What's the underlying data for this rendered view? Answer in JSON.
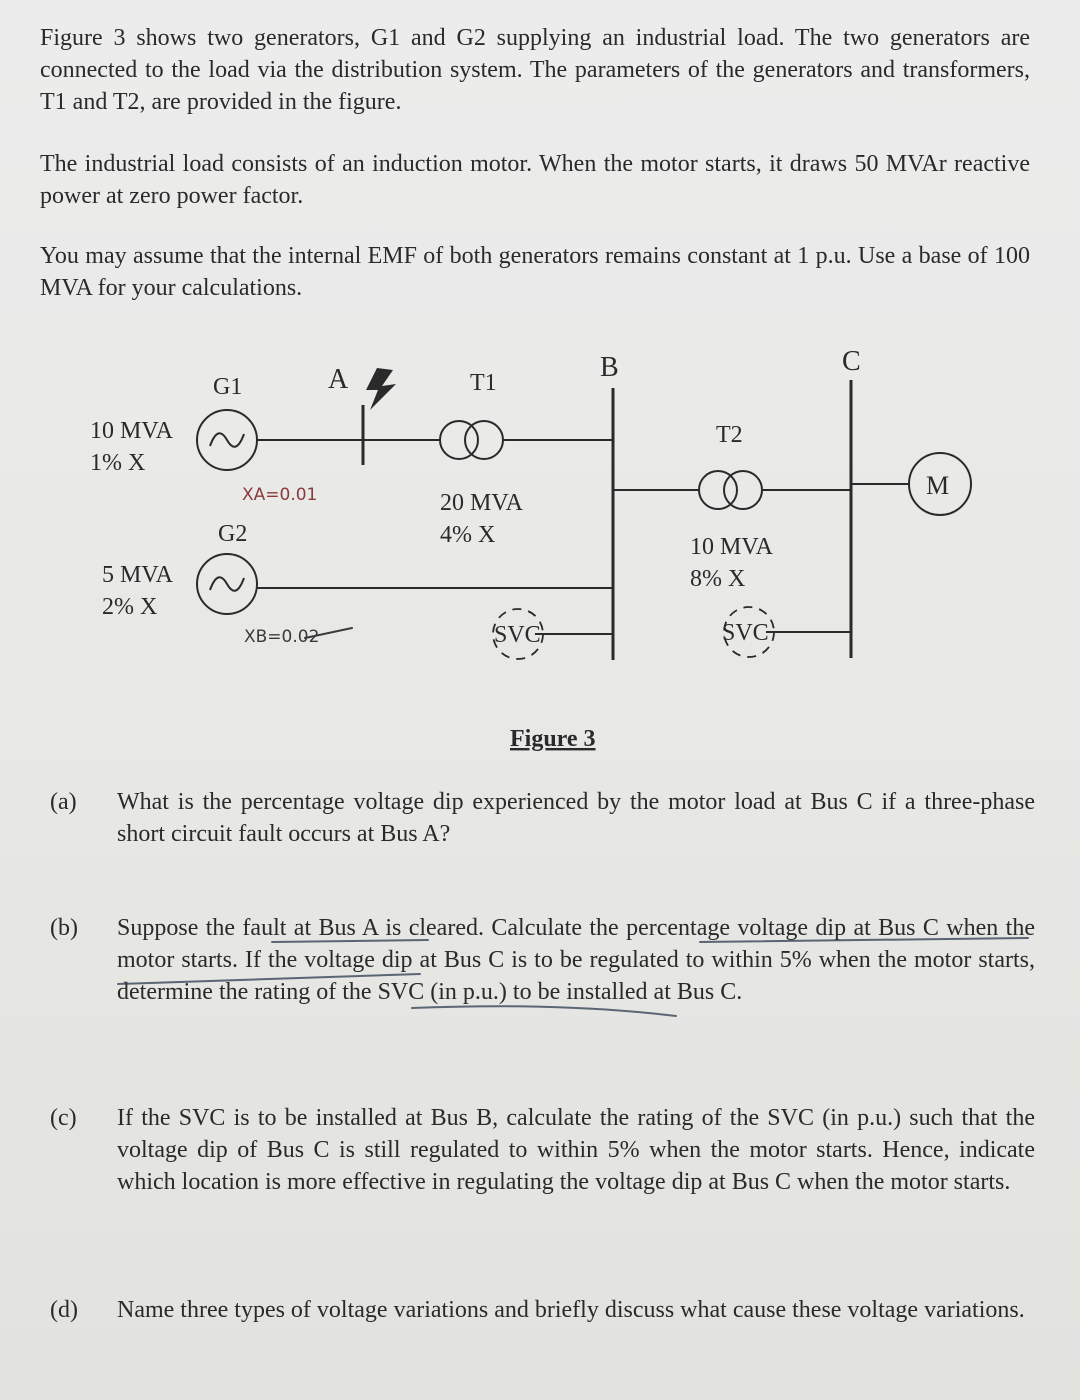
{
  "intro": {
    "p1": "Figure 3 shows two generators, G1 and G2 supplying an industrial load. The two generators are connected to the load via the distribution system. The parameters of the generators and transformers, T1 and T2, are provided in the figure.",
    "p2": "The industrial load consists of an induction motor. When the motor starts, it draws 50 MVAr reactive power at zero power factor.",
    "p3": "You may assume that the internal EMF of both generators remains constant at 1 p.u. Use a base of 100 MVA for your calculations."
  },
  "figure": {
    "caption": "Figure 3",
    "g1_label": "G1",
    "g1_rating": "10 MVA",
    "g1_reactance": "1% X",
    "g1_handwritten": "XA=0.01",
    "g2_label": "G2",
    "g2_rating": "5 MVA",
    "g2_reactance": "2% X",
    "g2_handwritten": "XB=0.02",
    "bus_a": "A",
    "bus_b": "B",
    "bus_c": "C",
    "t1_label": "T1",
    "t1_rating": "20 MVA",
    "t1_reactance": "4% X",
    "t2_label": "T2",
    "t2_rating": "10 MVA",
    "t2_reactance": "8% X",
    "svc_label": "SVC",
    "motor_label": "M"
  },
  "questions": [
    {
      "label": "(a)",
      "text": "What is the percentage voltage dip experienced by the motor load at Bus C if a three-phase short circuit fault occurs at Bus A?"
    },
    {
      "label": "(b)",
      "text": "Suppose the fault at Bus A is cleared. Calculate the percentage voltage dip at Bus C when the motor starts. If the voltage dip at Bus C is to be regulated to within 5% when the motor starts, determine the rating of the SVC (in p.u.) to be installed at Bus C."
    },
    {
      "label": "(c)",
      "text": "If the SVC is to be installed at Bus B, calculate the rating of the SVC (in p.u.) such that the voltage dip of Bus C is still regulated to within 5% when the motor starts. Hence, indicate which location is more effective in regulating the voltage dip at Bus C when the motor starts."
    },
    {
      "label": "(d)",
      "text": "Name three types of voltage variations and briefly discuss what cause these voltage variations."
    }
  ]
}
